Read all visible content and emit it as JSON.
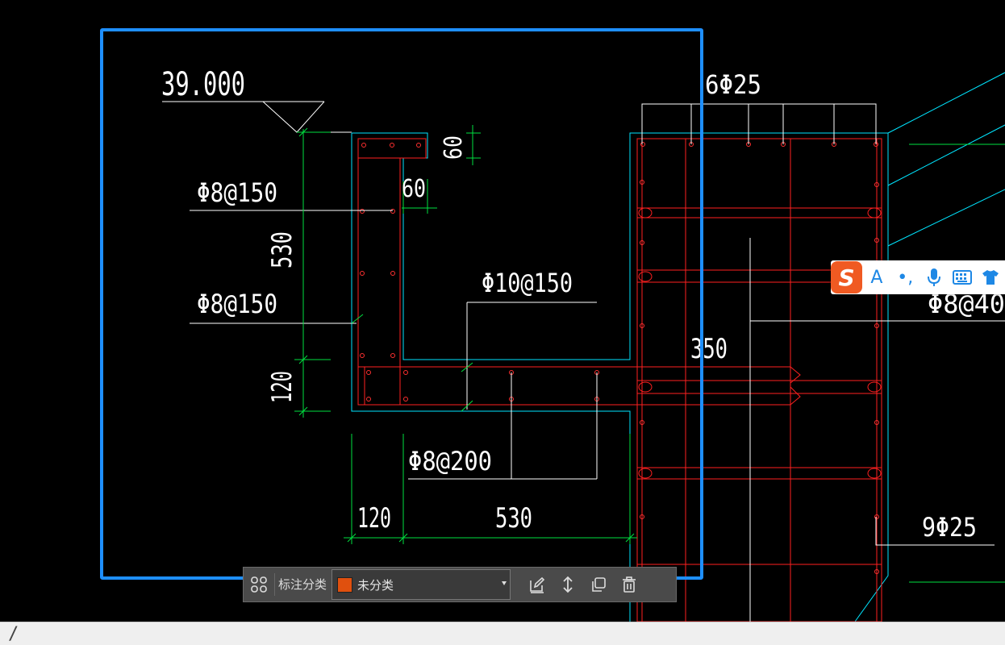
{
  "drawing": {
    "elevation": "39.000",
    "dim_60_vertical": "60",
    "dim_60_horizontal": "60",
    "dim_530_vertical": "530",
    "dim_120_vertical": "120",
    "dim_120_bottom": "120",
    "dim_530_bottom": "530",
    "dim_350": "350",
    "rebar_8_150_top": "Φ8@150",
    "rebar_8_150_mid": "Φ8@150",
    "rebar_10_150": "Φ10@150",
    "rebar_8_200": "Φ8@200",
    "rebar_6_25": "6Φ25",
    "rebar_9_25": "9Φ25",
    "rebar_8_40": "Φ8@40"
  },
  "toolbar": {
    "category_label": "标注分类",
    "category_value": "未分类",
    "category_color": "#e0500e"
  },
  "ime": {
    "logo": "S",
    "mode": "A",
    "punct": "•,"
  },
  "command_line": {
    "prompt": "/"
  }
}
